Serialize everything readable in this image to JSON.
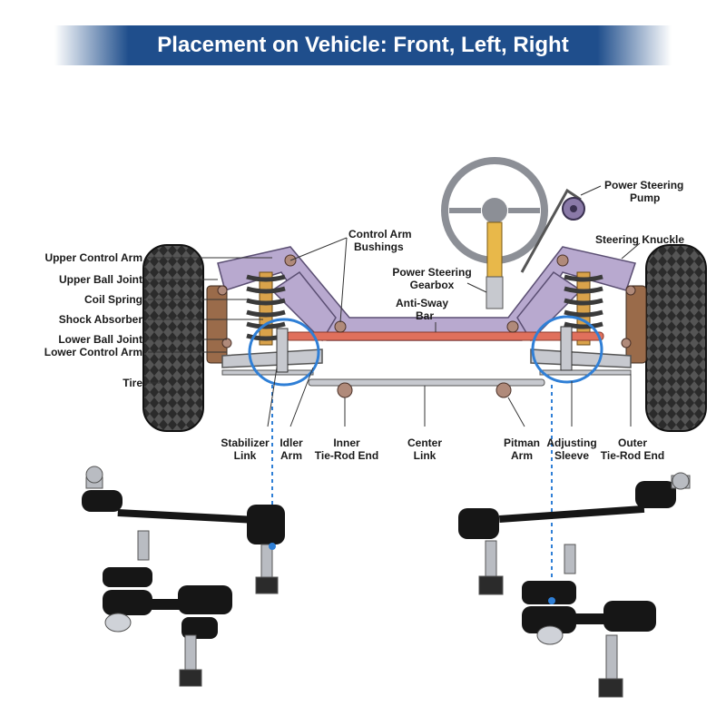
{
  "banner": {
    "title": "Placement on Vehicle: Front, Left, Right"
  },
  "labels": {
    "upper_control_arm": "Upper Control Arm",
    "upper_ball_joint": "Upper Ball Joint",
    "coil_spring": "Coil Spring",
    "shock_absorber": "Shock Absorber",
    "lower_ball_joint": "Lower Ball Joint",
    "lower_control_arm": "Lower Control Arm",
    "tire": "Tire",
    "control_arm_bushings": [
      "Control Arm",
      "Bushings"
    ],
    "power_steering_pump": [
      "Power Steering",
      "Pump"
    ],
    "steering_knuckle": "Steering Knuckle",
    "power_steering_gearbox": [
      "Power Steering",
      "Gearbox"
    ],
    "anti_sway_bar": [
      "Anti-Sway",
      "Bar"
    ],
    "stabilizer_link": [
      "Stabilizer",
      "Link"
    ],
    "idler_arm": [
      "Idler",
      "Arm"
    ],
    "inner_tie_rod_end": [
      "Inner",
      "Tie-Rod End"
    ],
    "center_link": [
      "Center",
      "Link"
    ],
    "pitman_arm": [
      "Pitman",
      "Arm"
    ],
    "adjusting_sleeve": [
      "Adjusting",
      "Sleeve"
    ],
    "outer_tie_rod_end": [
      "Outer",
      "Tie-Rod End"
    ]
  },
  "colors": {
    "banner": "#1f4e8c",
    "frame": "#b8a9cf",
    "sway_bar": "#e0705c",
    "highlight_circle": "#2f7fd6",
    "tire": "#2b2b2b",
    "spring": "#3a3a3a",
    "part_black": "#161616",
    "steel": "#b9bcc2"
  }
}
